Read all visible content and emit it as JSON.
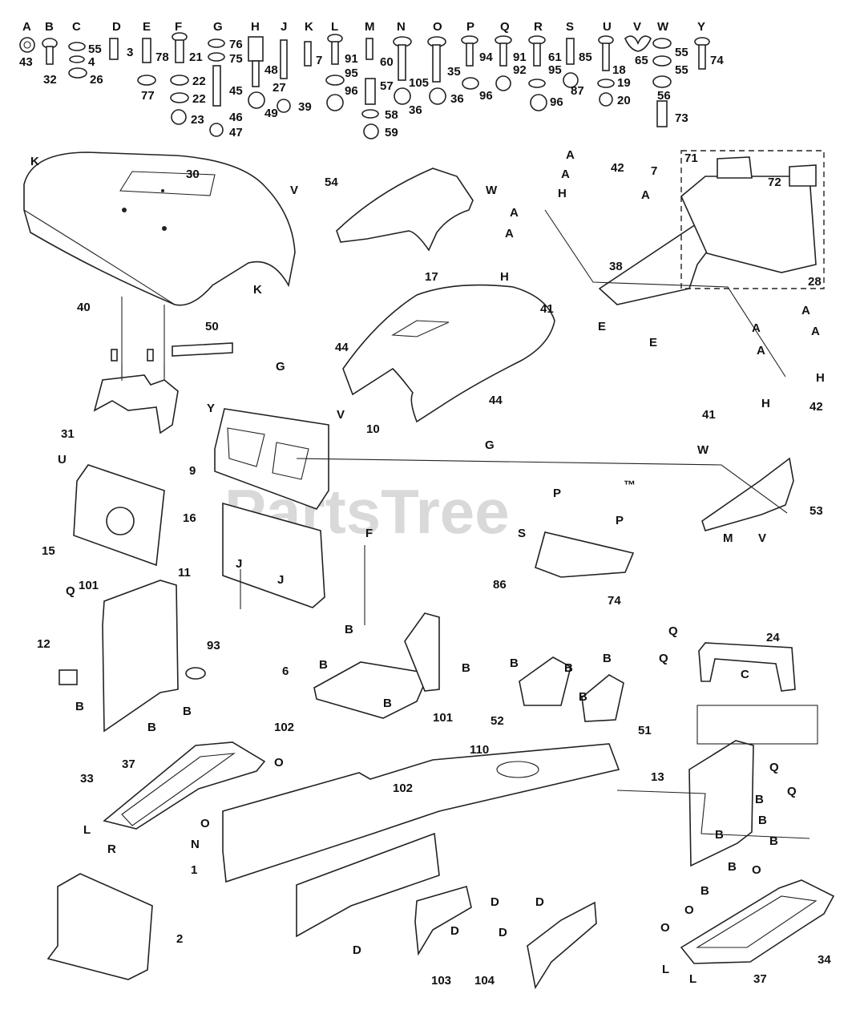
{
  "watermark": "PartsTree",
  "watermark_tm": "™",
  "hardware_letters": [
    "A",
    "B",
    "C",
    "D",
    "E",
    "F",
    "G",
    "H",
    "J",
    "K",
    "L",
    "M",
    "N",
    "O",
    "P",
    "Q",
    "R",
    "S",
    "U",
    "V",
    "W",
    "Y"
  ],
  "hardware_numbers": {
    "A": [
      "43"
    ],
    "B": [
      "32"
    ],
    "C": [
      "55",
      "4",
      "26"
    ],
    "D": [
      "3"
    ],
    "E": [
      "78",
      "77"
    ],
    "F": [
      "21",
      "22",
      "22",
      "23"
    ],
    "G": [
      "76",
      "75",
      "45",
      "46",
      "47"
    ],
    "H": [
      "48",
      "27",
      "49"
    ],
    "J": [
      "39"
    ],
    "K": [
      "7"
    ],
    "L": [
      "91",
      "95",
      "96"
    ],
    "M": [
      "57",
      "58",
      "59"
    ],
    "N": [
      "60",
      "105",
      "36"
    ],
    "O": [
      "35",
      "36"
    ],
    "P": [
      "94",
      "96"
    ],
    "Q": [
      "91",
      "92",
      "96"
    ],
    "R": [
      "61",
      "95"
    ],
    "S": [
      "85",
      "87"
    ],
    "U": [
      "18",
      "19",
      "20"
    ],
    "V": [
      "65"
    ],
    "W": [
      "55",
      "55",
      "56",
      "73"
    ],
    "Y": [
      "74"
    ]
  },
  "part_numbers": [
    "30",
    "54",
    "42",
    "71",
    "72",
    "7",
    "28",
    "38",
    "41",
    "41",
    "42",
    "17",
    "44",
    "44",
    "40",
    "50",
    "31",
    "10",
    "9",
    "16",
    "15",
    "11",
    "101",
    "12",
    "93",
    "6",
    "86",
    "74",
    "53",
    "24",
    "52",
    "51",
    "110",
    "101",
    "102",
    "102",
    "37",
    "33",
    "1",
    "2",
    "103",
    "104",
    "13",
    "34",
    "37"
  ],
  "callout_letters": [
    "K",
    "K",
    "V",
    "W",
    "A",
    "A",
    "H",
    "H",
    "A",
    "A",
    "A",
    "E",
    "E",
    "A",
    "A",
    "H",
    "H",
    "A",
    "A",
    "G",
    "G",
    "Y",
    "U",
    "V",
    "F",
    "J",
    "J",
    "W",
    "M",
    "V",
    "P",
    "P",
    "S",
    "Q",
    "Q",
    "Q",
    "B",
    "B",
    "B",
    "B",
    "B",
    "B",
    "B",
    "B",
    "B",
    "B",
    "C",
    "B",
    "B",
    "B",
    "B",
    "O",
    "L",
    "R",
    "N",
    "O",
    "D",
    "D",
    "D",
    "D",
    "D",
    "Q",
    "Q",
    "B",
    "B",
    "B",
    "O",
    "O",
    "O",
    "L",
    "L"
  ]
}
